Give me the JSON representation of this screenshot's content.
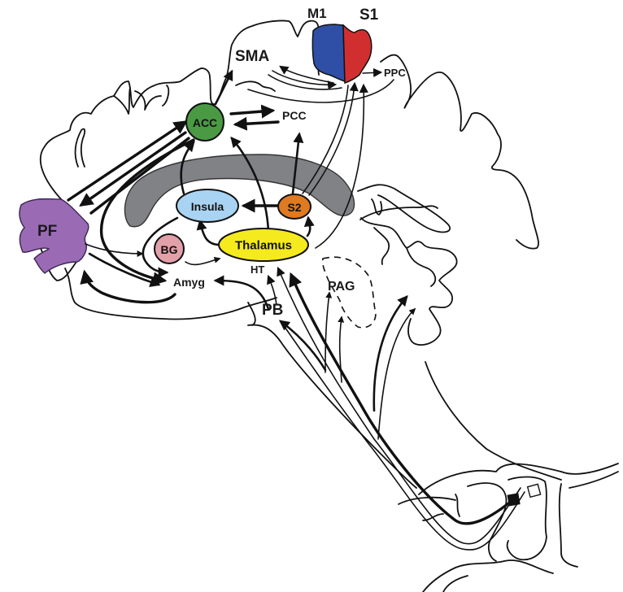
{
  "title": "Pain processing pathways (sagittal brain section)",
  "colors": {
    "acc": "#4a9a44",
    "insula": "#a9d3f2",
    "s2": "#dd7a22",
    "thalamus": "#f5ea1e",
    "bg": "#e2a0a8",
    "pf": "#9a6ab5",
    "m1": "#2f4fa6",
    "s1": "#d12f2f",
    "corpus_callosum": "#808285"
  },
  "regions": {
    "m1": "M1",
    "s1": "S1",
    "sma": "SMA",
    "ppc": "PPC",
    "acc": "ACC",
    "pcc": "PCC",
    "pf": "PF",
    "insula": "Insula",
    "s2": "S2",
    "bg": "BG",
    "thalamus": "Thalamus",
    "ht": "HT",
    "amyg": "Amyg",
    "pb": "PB",
    "pag": "PAG"
  },
  "connections": [
    {
      "from": "ACC",
      "to": "SMA"
    },
    {
      "from": "ACC",
      "to": "PCC"
    },
    {
      "from": "PCC",
      "to": "ACC"
    },
    {
      "from": "ACC",
      "to": "PF"
    },
    {
      "from": "PF",
      "to": "ACC"
    },
    {
      "from": "PF",
      "to": "BG"
    },
    {
      "from": "PF",
      "to": "Amyg"
    },
    {
      "from": "Amyg",
      "to": "PF"
    },
    {
      "from": "Insula",
      "to": "ACC"
    },
    {
      "from": "Insula",
      "to": "Amyg"
    },
    {
      "from": "Thalamus",
      "to": "ACC"
    },
    {
      "from": "Thalamus",
      "to": "Insula"
    },
    {
      "from": "Thalamus",
      "to": "S2"
    },
    {
      "from": "Thalamus",
      "to": "S1"
    },
    {
      "from": "S2",
      "to": "Insula"
    },
    {
      "from": "S2",
      "to": "PCC"
    },
    {
      "from": "S2",
      "to": "S1"
    },
    {
      "from": "S1",
      "to": "S2"
    },
    {
      "from": "S1",
      "to": "PPC"
    },
    {
      "from": "S1",
      "to": "SMA"
    },
    {
      "from": "SMA",
      "to": "S1"
    },
    {
      "from": "BG",
      "to": "Thalamus"
    },
    {
      "from": "HT",
      "to": "Amyg"
    },
    {
      "from": "Spinal cord",
      "to": "Thalamus"
    },
    {
      "from": "Spinal cord",
      "to": "HT"
    },
    {
      "from": "Spinal cord",
      "to": "PB"
    },
    {
      "from": "Spinal cord",
      "to": "PAG"
    },
    {
      "from": "Spinal cord",
      "to": "Brainstem"
    }
  ]
}
